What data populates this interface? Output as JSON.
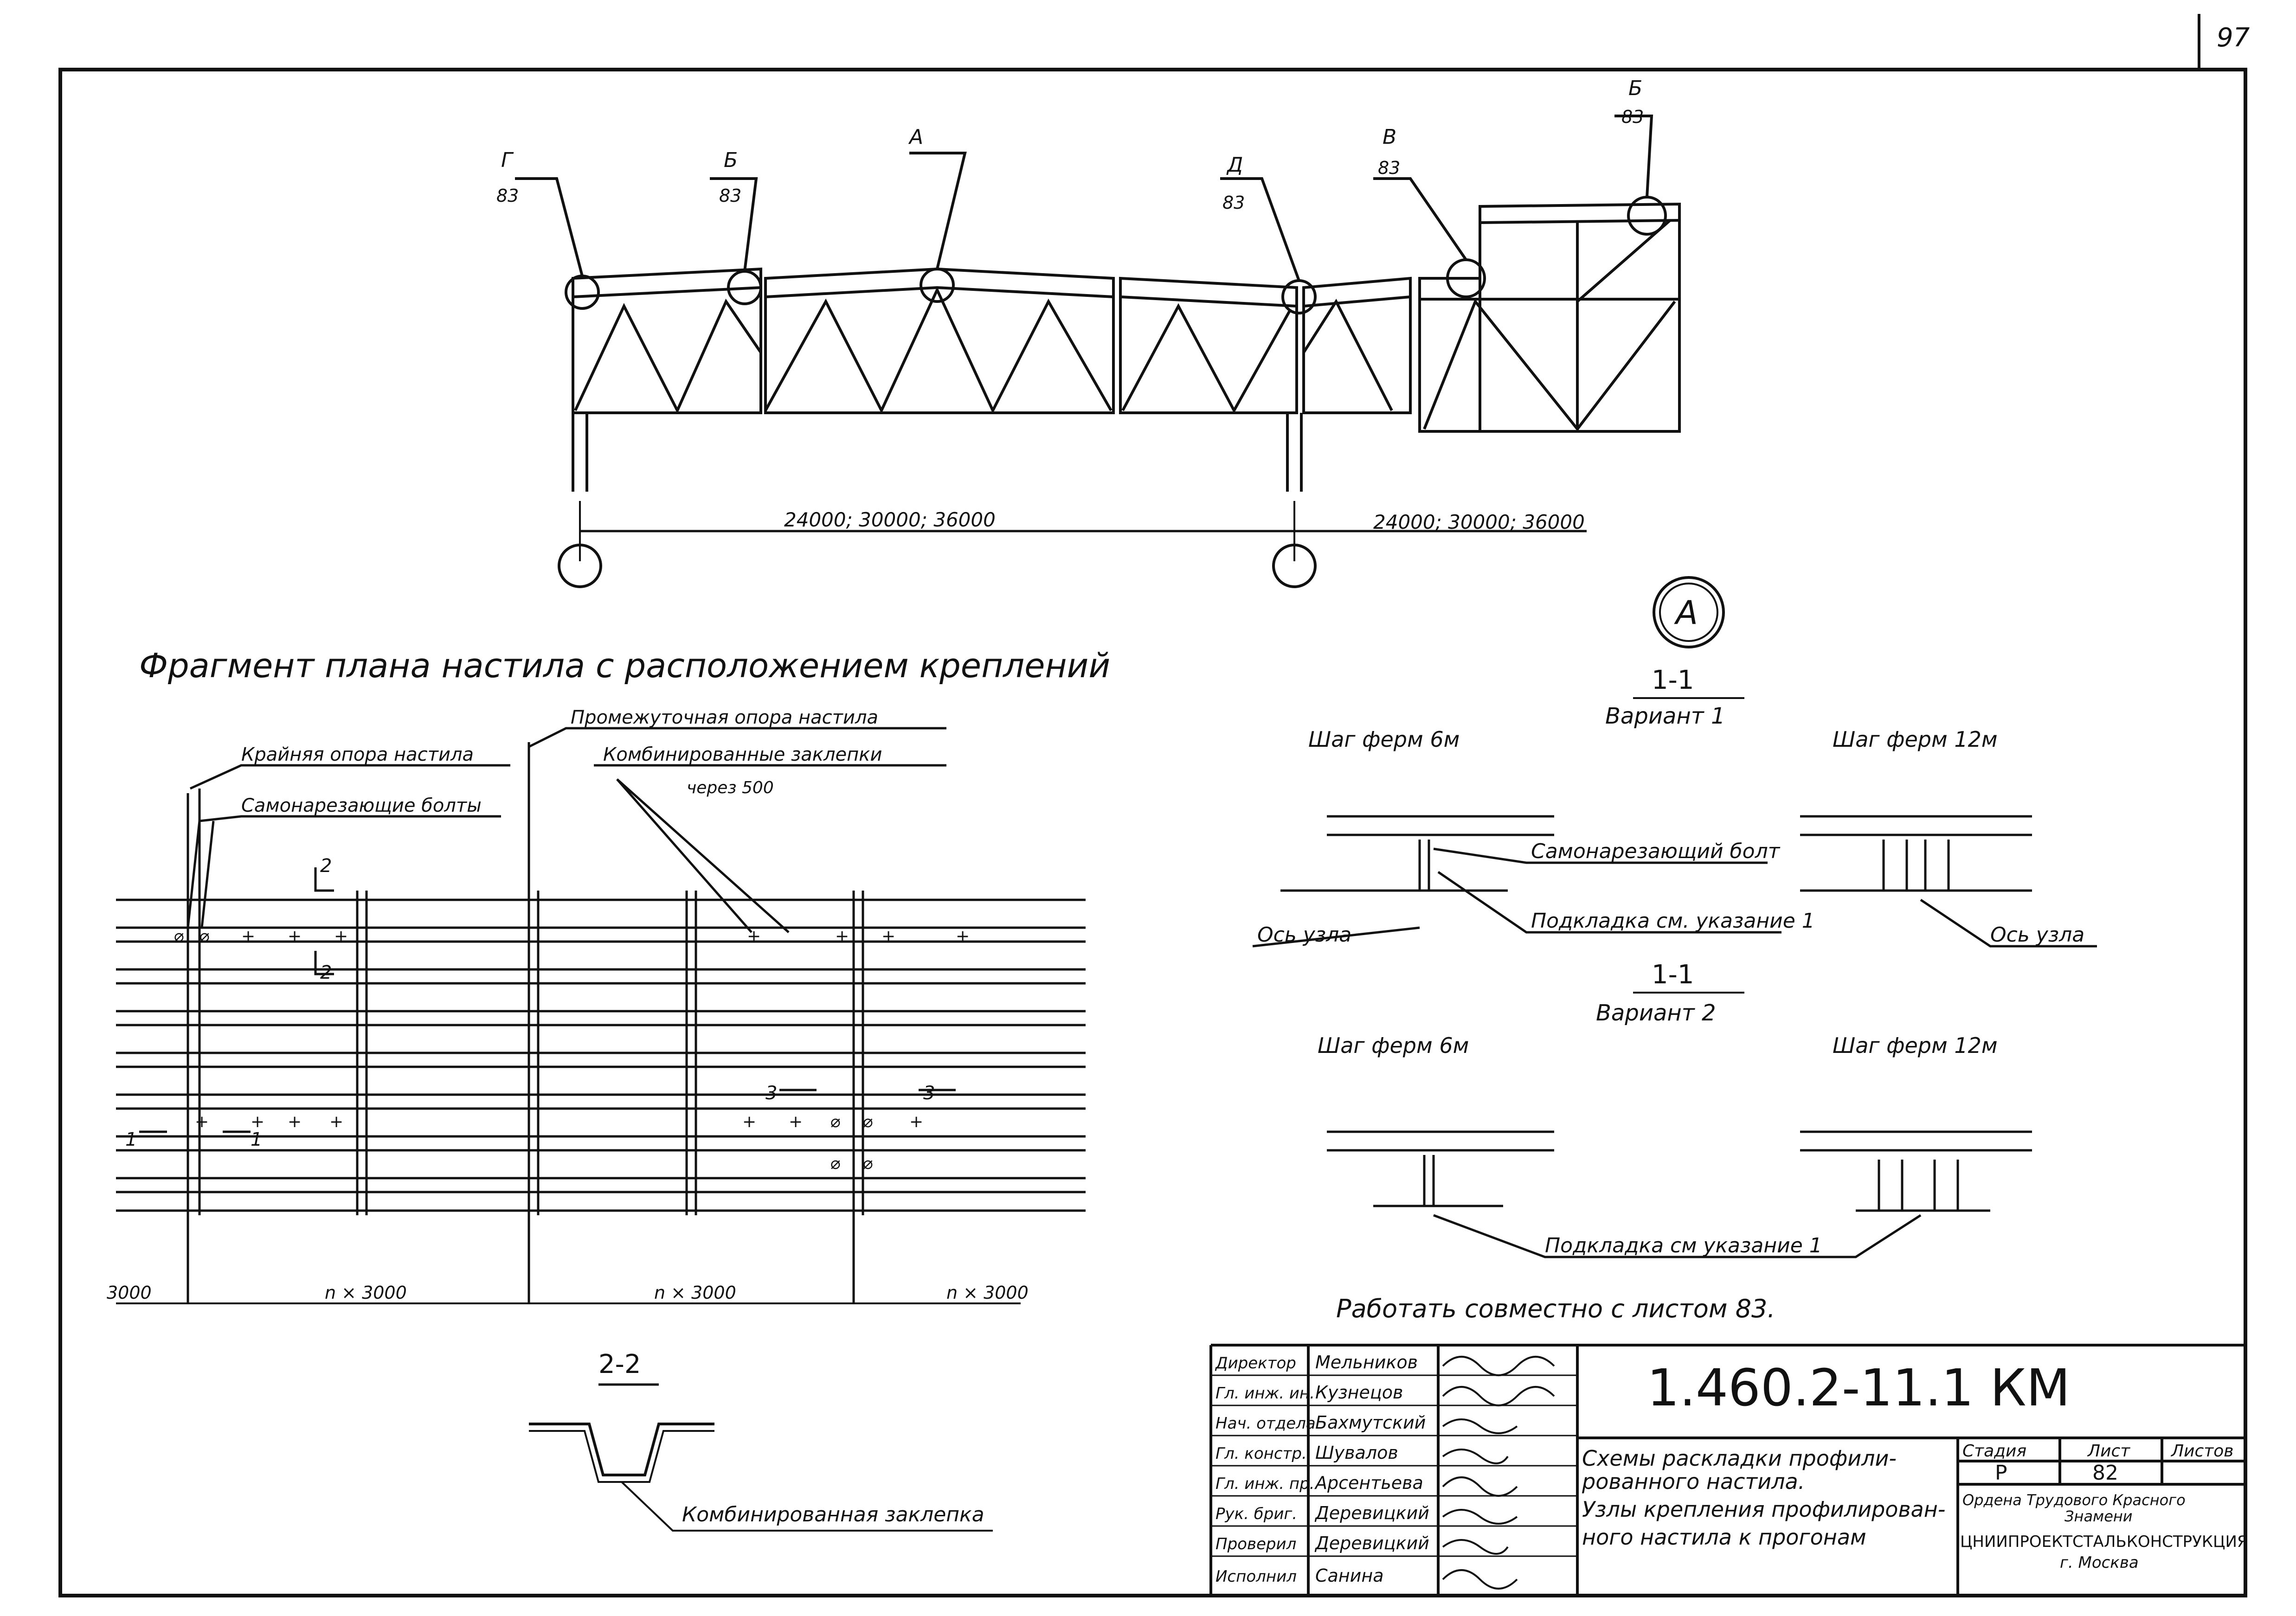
{
  "page_number": "97",
  "elevation": {
    "callouts": [
      {
        "letter": "Г",
        "sheet": "83"
      },
      {
        "letter": "Б",
        "sheet": "83"
      },
      {
        "letter": "А",
        "sheet": ""
      },
      {
        "letter": "Д",
        "sheet": "83"
      },
      {
        "letter": "В",
        "sheet": "83"
      },
      {
        "letter": "Б",
        "sheet": "83"
      }
    ],
    "span_left": "24000; 30000; 36000",
    "span_right": "24000; 30000; 36000"
  },
  "plan": {
    "title": "Фрагмент плана  настила с расположением креплений",
    "labels": {
      "edge_support": "Крайняя опора настила",
      "self_tapping": "Самонарезающие болты",
      "intermediate_support": "Промежуточная опора настила",
      "combined_rivets": "Комбинированные заклепки",
      "through_500": "через 500"
    },
    "section_marks": [
      "2",
      "2",
      "3",
      "3",
      "1",
      "1"
    ],
    "dims": [
      "3000",
      "n × 3000",
      "n × 3000",
      "n × 3000"
    ]
  },
  "section_22": {
    "title": "2-2",
    "label": "Комбинированная заклепка"
  },
  "detail_a": {
    "circle_letter": "А",
    "variant1_title": "1-1",
    "variant1_sub": "Вариант 1",
    "variant2_title": "1-1",
    "variant2_sub": "Вариант 2",
    "pitch_6": "Шаг ферм 6м",
    "pitch_12": "Шаг ферм 12м",
    "bolt_label": "Самонарезающий болт",
    "pad_label_1": "Подкладка см. указание 1",
    "pad_label_2": "Подкладка см указание 1",
    "axis_left": "Ось узла",
    "axis_right": "Ось узла",
    "note": "Работать      совместно   с листом 83."
  },
  "title_block": {
    "roles": [
      {
        "role": "Директор",
        "name": "Мельников"
      },
      {
        "role": "Гл. инж. ин.",
        "name": "Кузнецов"
      },
      {
        "role": "Нач. отдела",
        "name": "Бахмутский"
      },
      {
        "role": "Гл. констр.",
        "name": "Шувалов"
      },
      {
        "role": "Гл. инж. пр.",
        "name": "Арсентьева"
      },
      {
        "role": "Рук. бриг.",
        "name": "Деревицкий"
      },
      {
        "role": "Проверил",
        "name": "Деревицкий"
      },
      {
        "role": "Исполнил",
        "name": "Санина"
      }
    ],
    "doc_code": "1.460.2-11.1 КМ",
    "desc_lines": [
      "Схемы раскладки профили-",
      "рованного настила.",
      "Узлы крепления профилирован-",
      "ного настила к прогонам"
    ],
    "stage_header": "Стадия",
    "sheet_header": "Лист",
    "sheets_header": "Листов",
    "stage_value": "Р",
    "sheet_value": "82",
    "sheets_value": "",
    "org_lines": [
      "Ордена  Трудового  Красного",
      "Знамени",
      "ЦНИИПРОЕКТСТАЛЬКОНСТРУКЦИЯ",
      "г. Москва"
    ]
  }
}
